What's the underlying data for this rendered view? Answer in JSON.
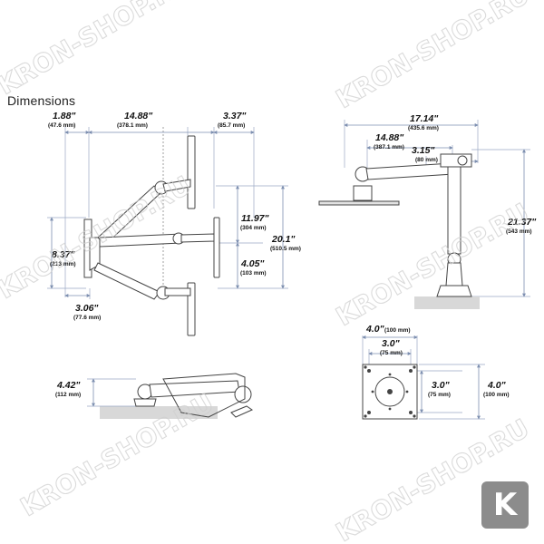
{
  "title": "Dimensions",
  "side_view": {
    "w1": "1.88\"",
    "w1_mm": "(47.6 mm)",
    "w2": "14.88\"",
    "w2_mm": "(378.1 mm)",
    "w3": "3.37\"",
    "w3_mm": "(85.7 mm)",
    "h_upper": "11.97\"",
    "h_upper_mm": "(304 mm)",
    "h_total": "20.1\"",
    "h_total_mm": "(510.5 mm)",
    "h_lower": "4.05\"",
    "h_lower_mm": "(103 mm)",
    "h_base": "8.37\"",
    "h_base_mm": "(213 mm)",
    "w_base": "3.06\"",
    "w_base_mm": "(77.6 mm)"
  },
  "top_view": {
    "h": "4.42\"",
    "h_mm": "(112 mm)"
  },
  "pole_view": {
    "w_total": "17.14\"",
    "w_total_mm": "(435.6 mm)",
    "w_arm": "14.88\"",
    "w_arm_mm": "(387.1 mm)",
    "w_mount": "3.15\"",
    "w_mount_mm": "(80 mm)",
    "h": "21.37\"",
    "h_mm": "(543 mm)"
  },
  "vesa_view": {
    "w_outer": "4.0\"",
    "w_outer_mm": "(100 mm)",
    "w_inner": "3.0\"",
    "w_inner_mm": "(75 mm)",
    "h_inner": "3.0\"",
    "h_inner_mm": "(75 mm)",
    "h_outer": "4.0\"",
    "h_outer_mm": "(100 mm)"
  },
  "watermark": "KRON-SHOP.RU",
  "logo_letter": "K",
  "colors": {
    "dim_line": "#7d8fb0",
    "drawing": "#444444",
    "surface": "#d8d8d8",
    "logo_bg": "#8c8c8c"
  }
}
